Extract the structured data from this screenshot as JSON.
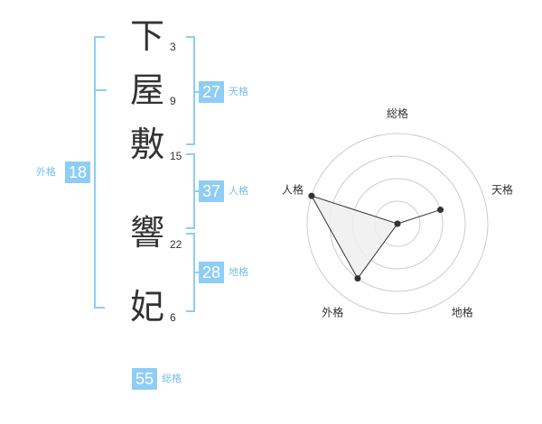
{
  "name_chars": [
    {
      "char": "下",
      "strokes": "3"
    },
    {
      "char": "屋",
      "strokes": "9"
    },
    {
      "char": "敷",
      "strokes": "15"
    },
    {
      "char": "響",
      "strokes": "22"
    },
    {
      "char": "妃",
      "strokes": "6"
    }
  ],
  "scores": {
    "tenkaku": {
      "label": "天格",
      "value": "27"
    },
    "jinkaku": {
      "label": "人格",
      "value": "37"
    },
    "chikaku": {
      "label": "地格",
      "value": "28"
    },
    "gaikaku": {
      "label": "外格",
      "value": "18"
    },
    "soukaku": {
      "label": "総格",
      "value": "55"
    }
  },
  "radar": {
    "axes": [
      "総格",
      "天格",
      "地格",
      "外格",
      "人格"
    ],
    "levels": 4,
    "values": [
      1,
      3,
      1,
      4,
      5
    ],
    "max": 5,
    "colors": {
      "ring": "#cccccc",
      "fill": "#eeeeee",
      "line": "#333333",
      "point": "#333333",
      "center": "#bbbbbb"
    }
  },
  "colors": {
    "accent": "#8ecdf5",
    "accent_text": "#74bff0"
  }
}
